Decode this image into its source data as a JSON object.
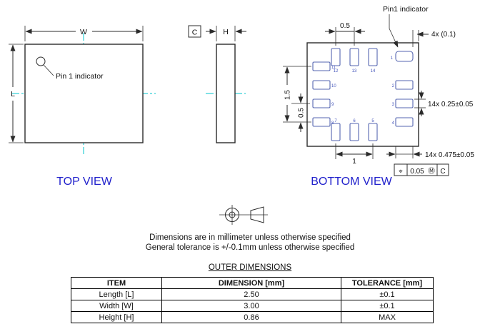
{
  "colors": {
    "centerline": "#00C5CE",
    "view_label": "#2222CC",
    "pad_outline": "#5566B0",
    "drawing_line": "#2b2b2b"
  },
  "top_view": {
    "label": "TOP VIEW",
    "dim_w": "W",
    "dim_l": "L",
    "pin1_label": "Pin 1 indicator"
  },
  "side_view": {
    "dim_h": "H",
    "datum": "C"
  },
  "bottom_view": {
    "label": "BOTTOM VIEW",
    "pin1_label": "Pin1 indicator",
    "dims": {
      "pitch_top": "0.5",
      "corner": "4x (0.1)",
      "row_span": "1.5",
      "row_pitch": "0.5",
      "pad_width": "14x 0.25±0.05",
      "center_span": "1",
      "pad_length": "14x 0.475±0.05"
    },
    "fcf": {
      "sym": "⌖",
      "tol": "0.05",
      "mod": "Ⓜ",
      "datum": "C"
    },
    "pins": {
      "left": [
        "11",
        "10",
        "9",
        "8"
      ],
      "top": [
        "12",
        "13",
        "14"
      ],
      "pin1": "1",
      "right": [
        "2",
        "3",
        "4"
      ],
      "bottom": [
        "7",
        "6",
        "5"
      ]
    }
  },
  "notes": {
    "line1": "Dimensions are in millimeter unless otherwise specified",
    "line2": "General tolerance is +/-0.1mm unless otherwise specified"
  },
  "table": {
    "title": "OUTER DIMENSIONS",
    "headers": [
      "ITEM",
      "DIMENSION [mm]",
      "TOLERANCE [mm]"
    ],
    "rows": [
      [
        "Length [L]",
        "2.50",
        "±0.1"
      ],
      [
        "Width [W]",
        "3.00",
        "±0.1"
      ],
      [
        "Height [H]",
        "0.86",
        "MAX"
      ]
    ]
  }
}
